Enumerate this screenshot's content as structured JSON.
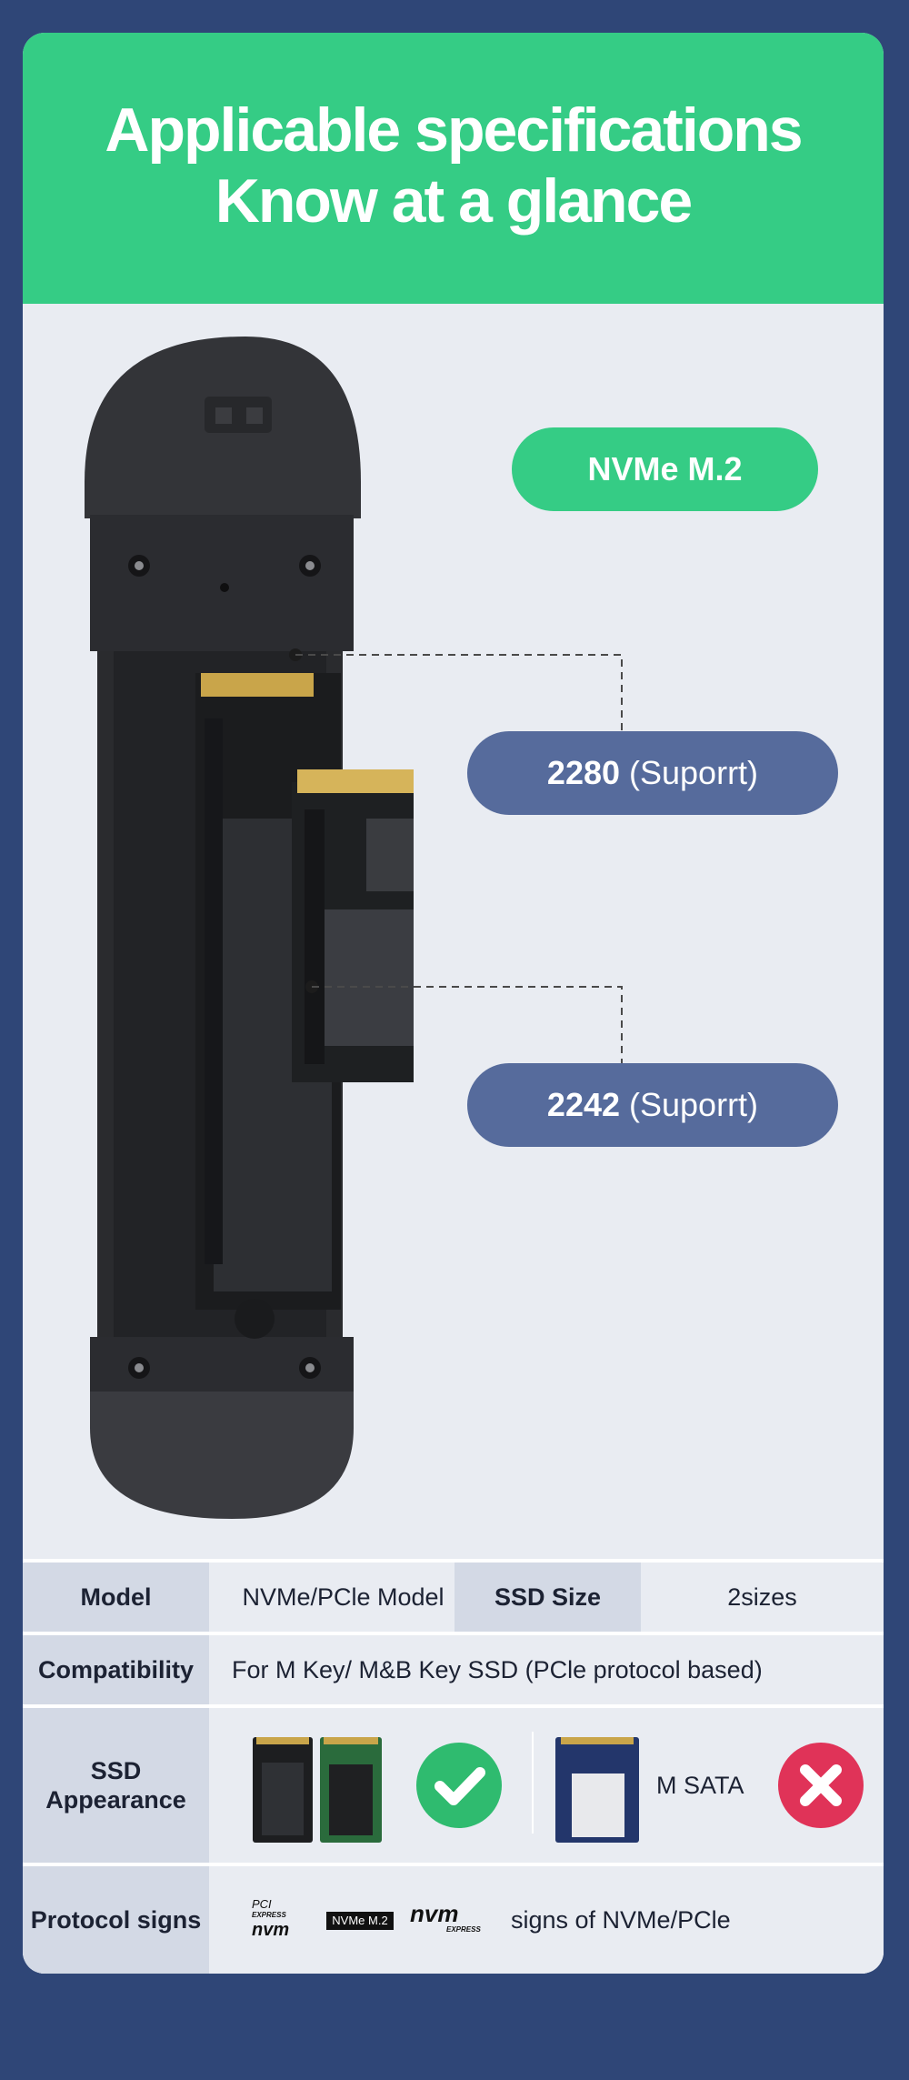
{
  "header": {
    "line1": "Applicable specifications",
    "line2": "Know at a glance"
  },
  "showcase": {
    "nvme_pill": "NVMe M.2",
    "size_2280": "2280",
    "size_2280_note": " (Suporrt)",
    "size_2242": "2242",
    "size_2242_note": " (Suporrt)"
  },
  "table": {
    "model_label": "Model",
    "model_value": "NVMe/PCle Model",
    "ssd_size_label": "SSD Size",
    "ssd_size_value": "2sizes",
    "compat_label": "Compatibility",
    "compat_value": "For M Key/ M&B Key SSD (PCle protocol based)",
    "appearance_label_1": "SSD",
    "appearance_label_2": "Appearance",
    "msata_label": "M SATA",
    "protocol_label": "Protocol signs",
    "protocol_value": "signs of NVMe/PCle",
    "logo_pci_1": "PCI",
    "logo_pci_2": "EXPRESS",
    "logo_nvm": "nvm",
    "logo_nvm_sub": "EXPRESS",
    "logo_nvme_m2": "NVMe M.2"
  },
  "colors": {
    "background": "#2f4677",
    "accent_green": "#35cc85",
    "pill_blue": "#566b9c",
    "ok_green": "#2fbb6f",
    "error_red": "#e03358"
  }
}
